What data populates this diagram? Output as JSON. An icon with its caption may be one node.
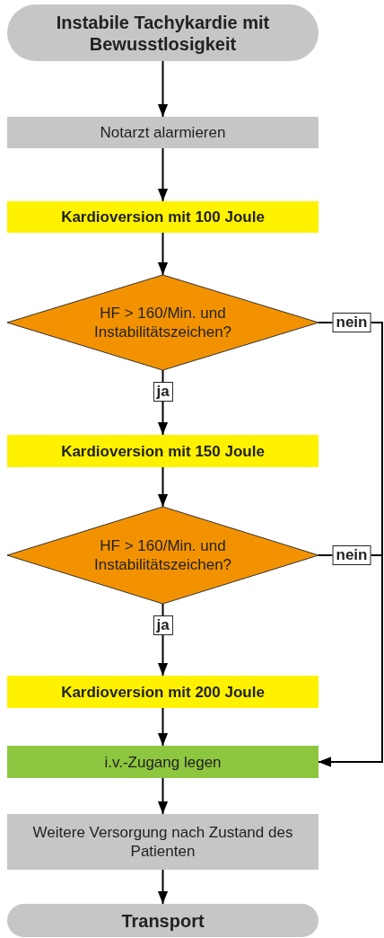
{
  "diagram": {
    "nodes": [
      {
        "text": [
          "Instabile Tachykardie mit Bewusstlosigkeit"
        ]
      },
      {
        "text": [
          "Notarzt alarmieren"
        ]
      },
      {
        "text": [
          "Kardioversion mit 100 Joule"
        ]
      },
      {
        "text": [
          "HF > 160/Min. und Instabilitätszeichen?"
        ]
      },
      {
        "text": [
          "Kardioversion mit 150 Joule"
        ]
      },
      {
        "text": [
          "HF > 160/Min. und Instabilitätszeichen?"
        ]
      },
      {
        "text": [
          "Kardioversion mit 200 Joule"
        ]
      },
      {
        "text": [
          "i.v.-Zugang legen"
        ]
      },
      {
        "text": [
          "Weitere Versorgung nach Zustand des Patienten"
        ]
      },
      {
        "text": [
          "Transport"
        ]
      }
    ],
    "edges": [
      {
        "from": 0,
        "to": 1,
        "arrow": "to"
      },
      {
        "from": 1,
        "to": 2,
        "arrow": "to"
      },
      {
        "from": 2,
        "to": 3,
        "arrow": "to"
      },
      {
        "from": 3,
        "to": 4,
        "arrow": "to",
        "label": "ja"
      },
      {
        "from": 4,
        "to": 5,
        "arrow": "to"
      },
      {
        "from": 5,
        "to": 6,
        "arrow": "to",
        "label": "ja"
      },
      {
        "from": 6,
        "to": 7,
        "arrow": "to"
      },
      {
        "from": 7,
        "to": 8,
        "arrow": "to"
      },
      {
        "from": 8,
        "to": 9,
        "arrow": "to"
      },
      {
        "from": 3,
        "to": 7,
        "arrow": "to",
        "label": "nein"
      },
      {
        "from": 5,
        "to": 7,
        "arrow": "to",
        "label": "nein"
      }
    ]
  }
}
